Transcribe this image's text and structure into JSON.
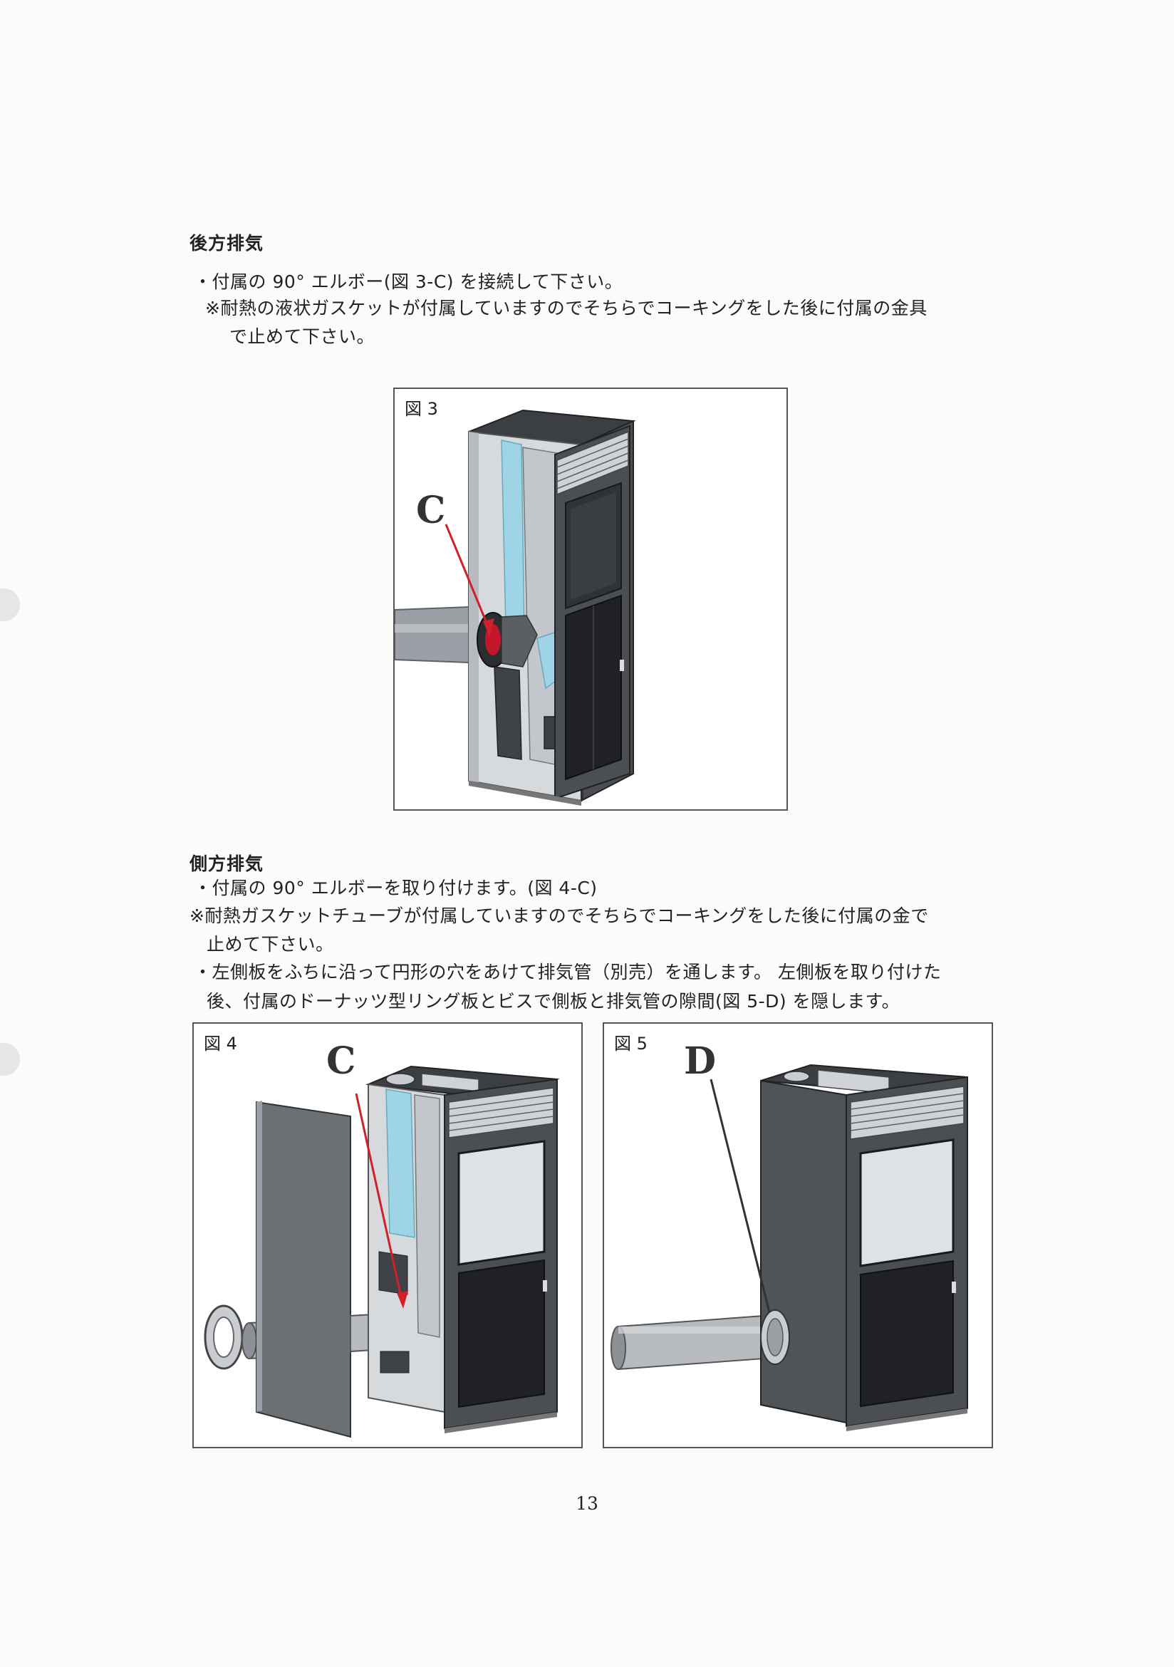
{
  "section_rear": {
    "heading": "後方排気",
    "line1": "・付属の 90°  エルボー(図 3-C) を接続して下さい。",
    "line2": "※耐熱の液状ガスケットが付属していますのでそちらでコーキングをした後に付属の金具",
    "line3": "で止めて下さい。"
  },
  "figure3": {
    "label": "図 3",
    "callout": "C"
  },
  "section_side": {
    "heading": "側方排気",
    "line1": "・付属の 90°  エルボーを取り付けます。(図 4-C)",
    "line2": "※耐熱ガスケットチューブが付属していますのでそちらでコーキングをした後に付属の金で",
    "line3": "止めて下さい。",
    "line4": "・左側板をふちに沿って円形の穴をあけて排気管（別売）を通します。   左側板を取り付けた",
    "line5": "後、付属のドーナッツ型リング板とビスで側板と排気管の隙間(図 5-D) を隠します。"
  },
  "figure4": {
    "label": "図 4",
    "callout": "C"
  },
  "figure5": {
    "label": "図 5",
    "callout": "D"
  },
  "page_number": "13"
}
